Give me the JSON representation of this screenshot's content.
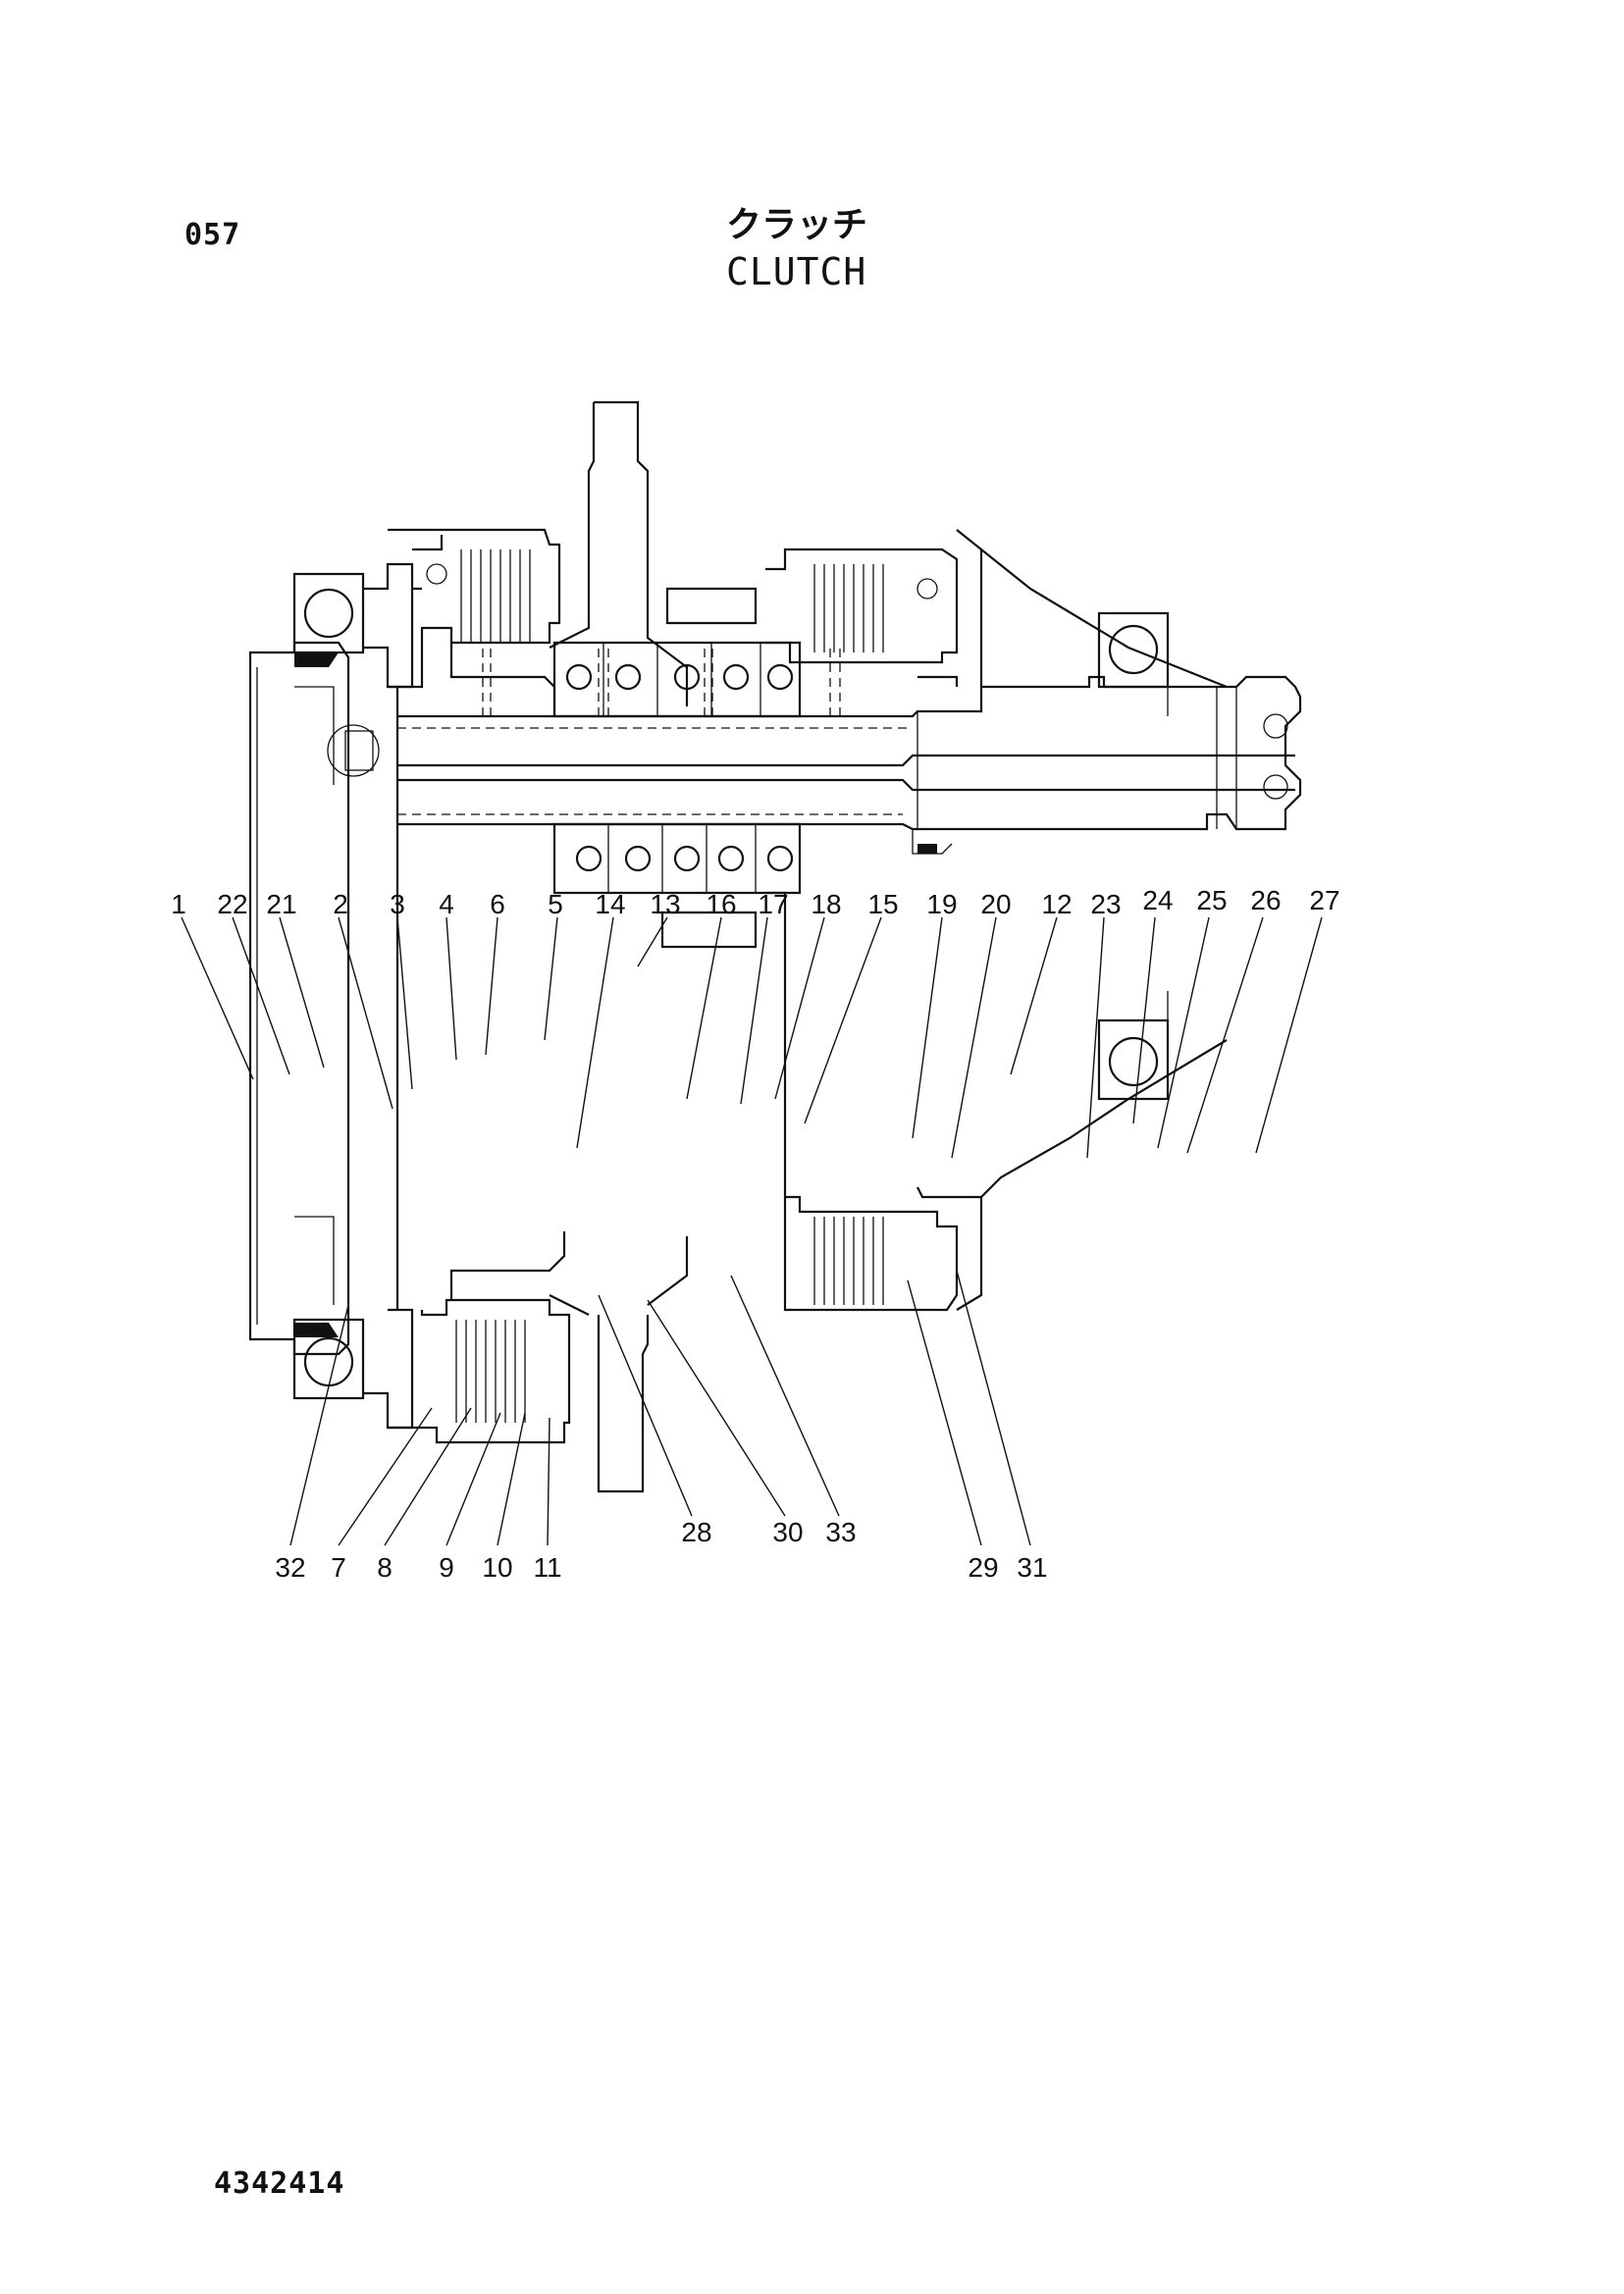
{
  "header": {
    "page_number": "057",
    "title_jp": "クラッチ",
    "title_en": "CLUTCH"
  },
  "footer": {
    "drawing_number": "4342414"
  },
  "diagram": {
    "description_icon": "clutch-cross-section-drawing",
    "callouts_top": [
      "1",
      "22",
      "21",
      "2",
      "3",
      "4",
      "6",
      "5",
      "14",
      "13",
      "16",
      "17",
      "18",
      "15",
      "19",
      "20",
      "12",
      "23",
      "24",
      "25",
      "26",
      "27"
    ],
    "callouts_middle": [
      "28",
      "30",
      "33"
    ],
    "callouts_bottom": [
      "32",
      "7",
      "8",
      "9",
      "10",
      "11",
      "29",
      "31"
    ]
  }
}
